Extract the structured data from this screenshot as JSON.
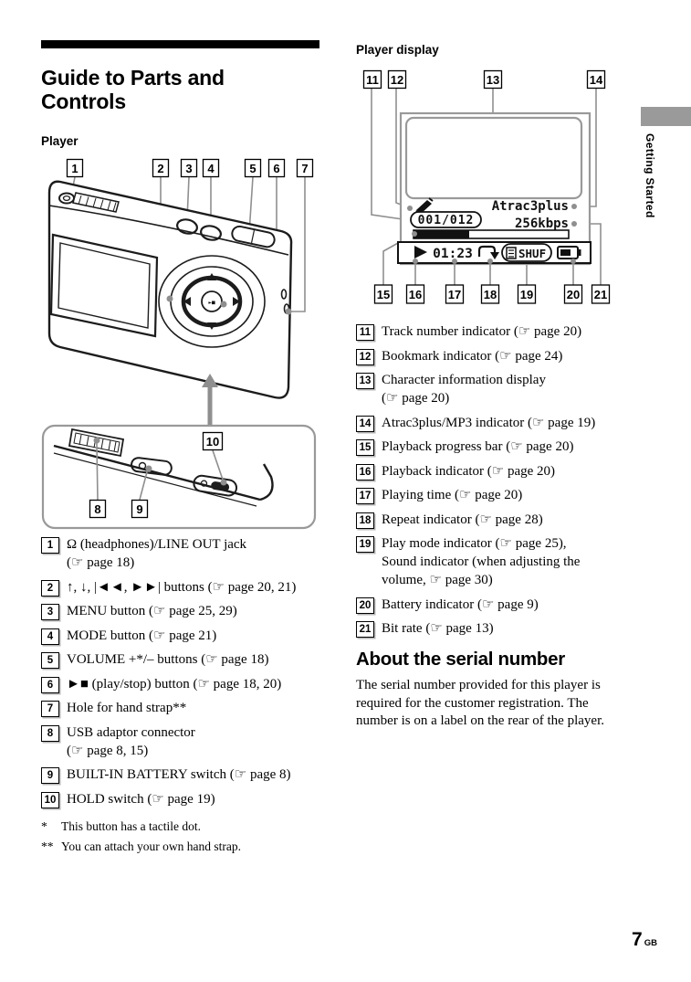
{
  "page": {
    "number": "7",
    "region": "GB",
    "side_tab": "Getting Started"
  },
  "left": {
    "title": "Guide to Parts and\nControls",
    "section": "Player",
    "callouts_top": [
      "1",
      "2",
      "3",
      "4",
      "5",
      "6",
      "7"
    ],
    "callouts_bottom": [
      "8",
      "9",
      "10"
    ],
    "items": [
      {
        "n": "1",
        "t": "Ω (headphones)/LINE OUT jack\n(☞ page 18)"
      },
      {
        "n": "2",
        "t": "↑, ↓, |◄◄, ►►| buttons (☞ page 20, 21)"
      },
      {
        "n": "3",
        "t": "MENU button (☞ page 25, 29)"
      },
      {
        "n": "4",
        "t": "MODE button (☞ page 21)"
      },
      {
        "n": "5",
        "t": "VOLUME +*/– buttons (☞ page 18)"
      },
      {
        "n": "6",
        "t": "►■ (play/stop) button (☞ page 18, 20)"
      },
      {
        "n": "7",
        "t": "Hole for hand strap**"
      },
      {
        "n": "8",
        "t": "USB adaptor connector\n(☞ page 8, 15)"
      },
      {
        "n": "9",
        "t": "BUILT-IN BATTERY switch (☞ page 8)"
      },
      {
        "n": "10",
        "t": "HOLD switch (☞ page 19)"
      }
    ],
    "footnotes": [
      {
        "mark": "*",
        "text": "This button has a tactile dot."
      },
      {
        "mark": "**",
        "text": "You can attach your own hand strap."
      }
    ]
  },
  "right": {
    "section": "Player display",
    "callouts_top": [
      "11",
      "12",
      "13",
      "14"
    ],
    "callouts_bottom": [
      "15",
      "16",
      "17",
      "18",
      "19",
      "20",
      "21"
    ],
    "display": {
      "track": "001/012",
      "codec": "Atrac3plus",
      "bitrate": "256kbps",
      "time": "01:23",
      "mode": "SHUF"
    },
    "items": [
      {
        "n": "11",
        "t": "Track number indicator (☞ page 20)"
      },
      {
        "n": "12",
        "t": "Bookmark indicator (☞ page 24)"
      },
      {
        "n": "13",
        "t": "Character information display\n(☞ page 20)"
      },
      {
        "n": "14",
        "t": "Atrac3plus/MP3 indicator (☞ page 19)"
      },
      {
        "n": "15",
        "t": "Playback progress bar (☞ page 20)"
      },
      {
        "n": "16",
        "t": "Playback indicator (☞ page 20)"
      },
      {
        "n": "17",
        "t": "Playing time (☞ page 20)"
      },
      {
        "n": "18",
        "t": "Repeat indicator (☞ page 28)"
      },
      {
        "n": "19",
        "t": "Play mode indicator (☞ page 25),\nSound indicator (when adjusting the\nvolume, ☞ page 30)"
      },
      {
        "n": "20",
        "t": "Battery indicator (☞ page 9)"
      },
      {
        "n": "21",
        "t": "Bit rate (☞ page 13)"
      }
    ],
    "serial": {
      "heading": "About the serial number",
      "body": "The serial number provided for this player is\nrequired for the customer registration. The\nnumber is on a label on the rear of the player."
    }
  }
}
